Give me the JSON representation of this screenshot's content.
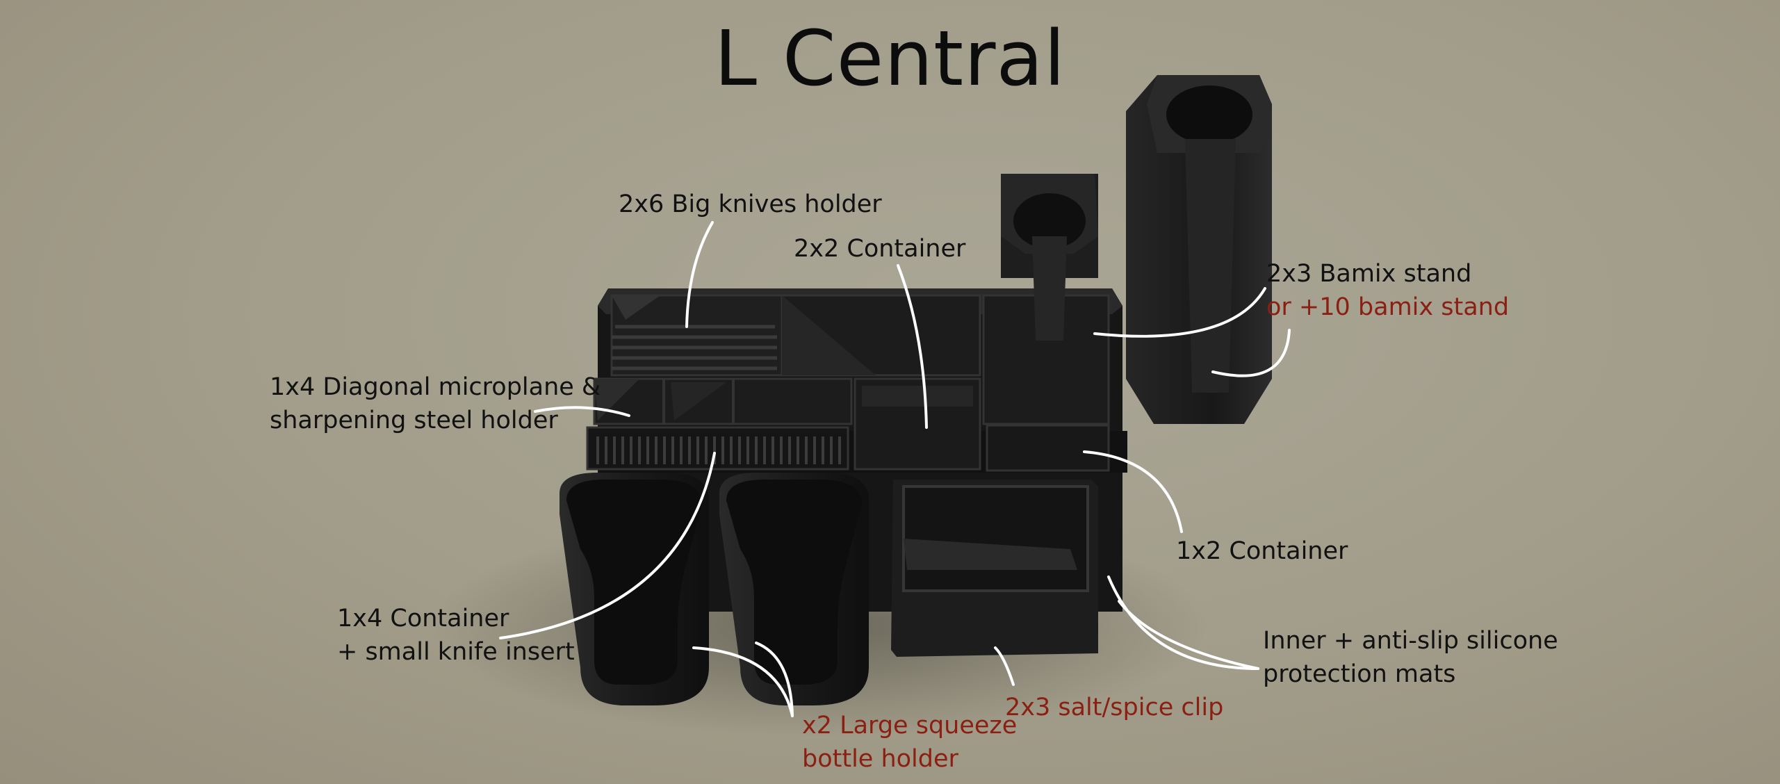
{
  "title": "L Central",
  "labels": {
    "big_knives": "2x6 Big knives holder",
    "container_2x2": "2x2 Container",
    "bamix_line1": "2x3 Bamix stand",
    "bamix_line2": "or +10 bamix stand",
    "diagonal_line1": "1x4 Diagonal microplane &",
    "diagonal_line2": "sharpening steel holder",
    "container_1x2": "1x2 Container",
    "container_1x4_line1": "1x4 Container",
    "container_1x4_line2": "+ small knife insert",
    "mats_line1": "Inner + anti-slip silicone",
    "mats_line2": "protection mats",
    "salt_clip": "2x3 salt/spice clip",
    "squeeze_line1": "x2 Large squeeze",
    "squeeze_line2": "bottle holder"
  },
  "colors": {
    "text": "#111111",
    "accent_red": "#8a1f12",
    "background": "#a29d8a",
    "organizer": "#1a1a1a"
  }
}
